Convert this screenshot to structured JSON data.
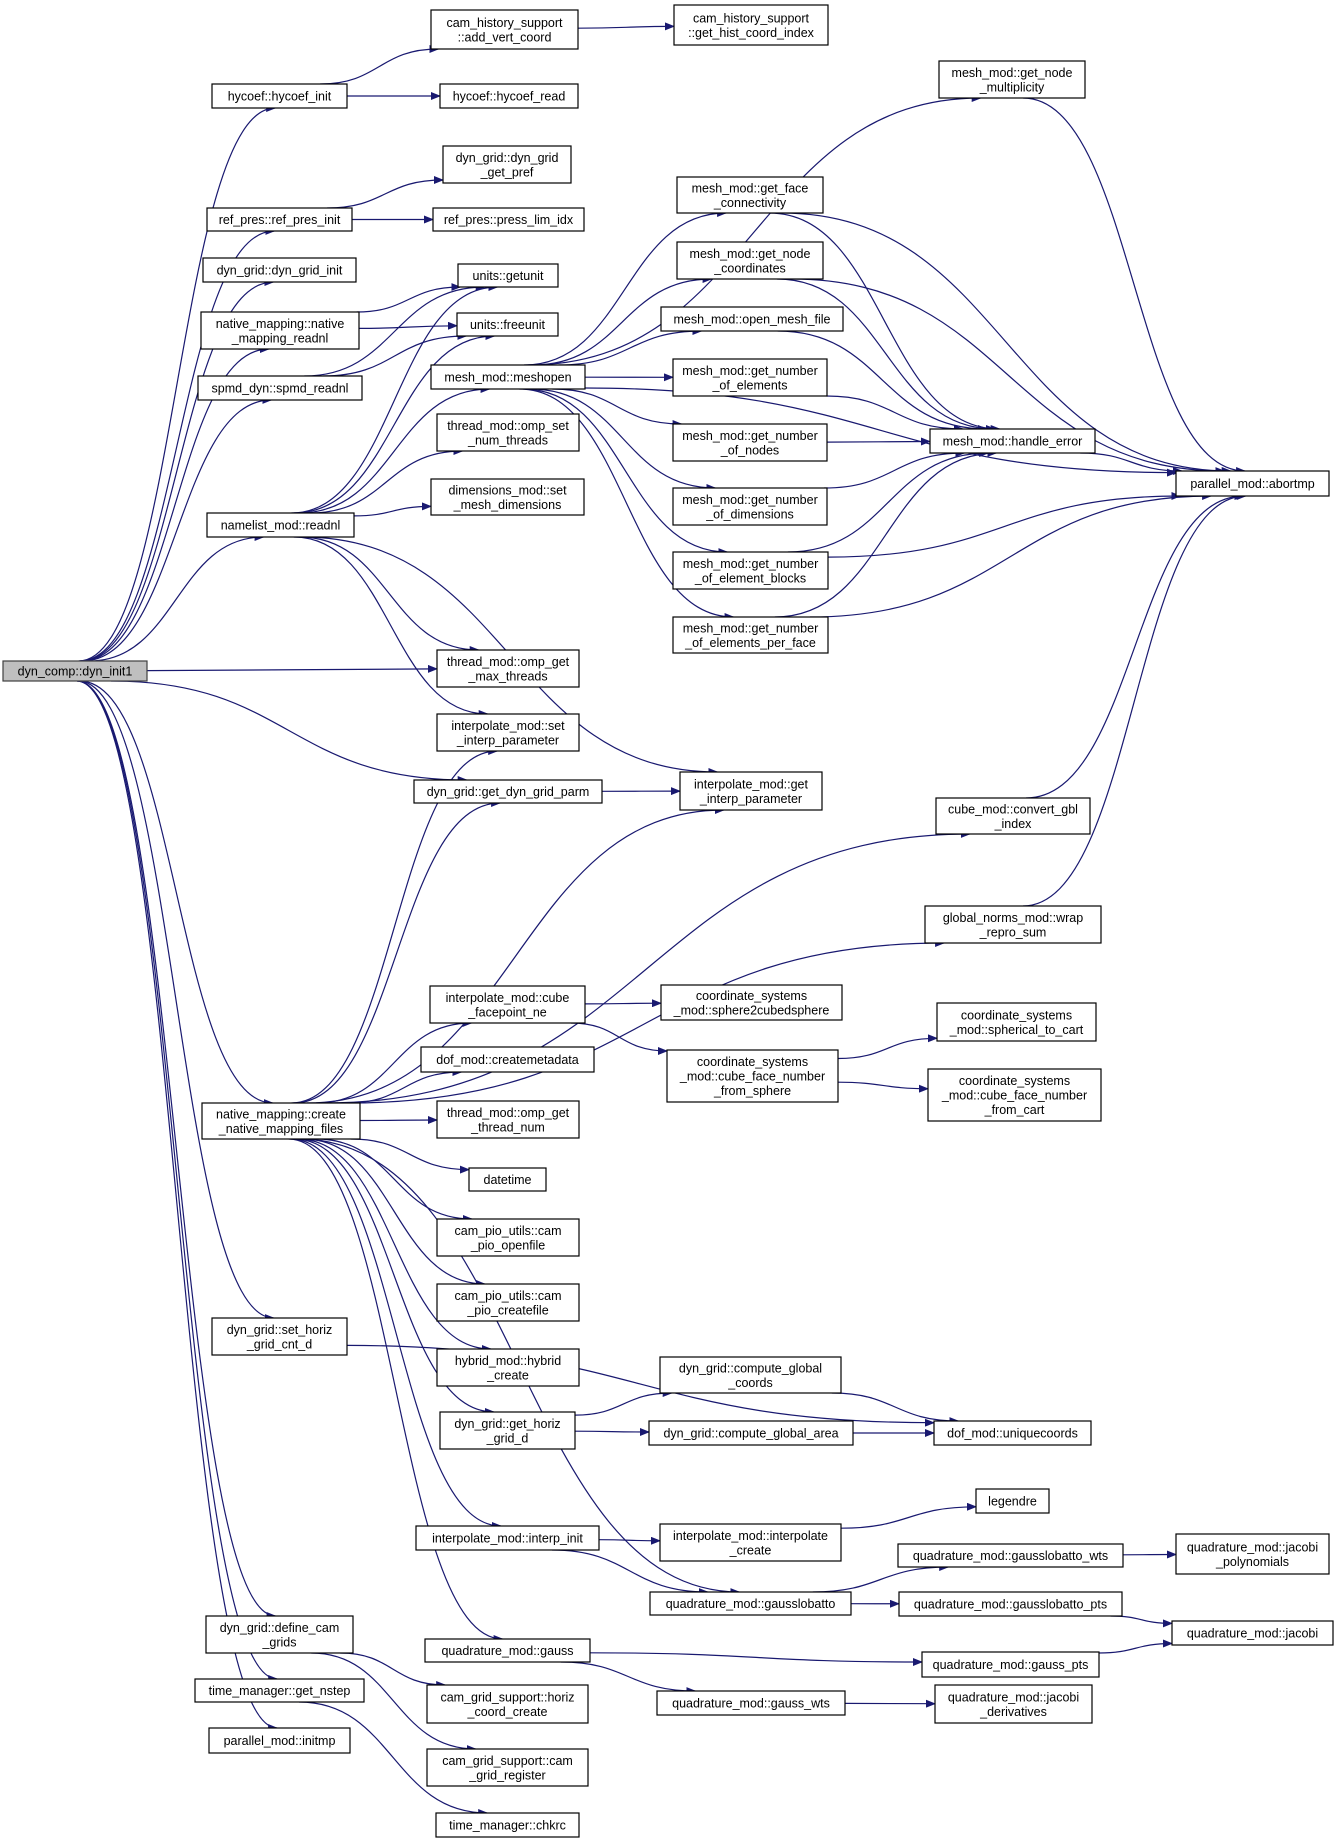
{
  "colors": {
    "edge": "#191970",
    "root_fill": "#bfbfbf",
    "node_fill": "#ffffff",
    "node_border": "#000000"
  },
  "nodes": {
    "n0": {
      "lines": [
        "dyn_comp::dyn_init1"
      ]
    },
    "n1": {
      "lines": [
        "hycoef::hycoef_init"
      ]
    },
    "n2": {
      "lines": [
        "cam_history_support",
        "::add_vert_coord"
      ]
    },
    "n3": {
      "lines": [
        "cam_history_support",
        "::get_hist_coord_index"
      ]
    },
    "n4": {
      "lines": [
        "hycoef::hycoef_read"
      ]
    },
    "n5": {
      "lines": [
        "ref_pres::ref_pres_init"
      ]
    },
    "n6": {
      "lines": [
        "dyn_grid::dyn_grid",
        "_get_pref"
      ]
    },
    "n7": {
      "lines": [
        "ref_pres::press_lim_idx"
      ]
    },
    "n8": {
      "lines": [
        "dyn_grid::dyn_grid_init"
      ]
    },
    "n9": {
      "lines": [
        "native_mapping::native",
        "_mapping_readnl"
      ]
    },
    "n10": {
      "lines": [
        "units::getunit"
      ]
    },
    "n11": {
      "lines": [
        "units::freeunit"
      ]
    },
    "n12": {
      "lines": [
        "spmd_dyn::spmd_readnl"
      ]
    },
    "n13": {
      "lines": [
        "namelist_mod::readnl"
      ]
    },
    "n14": {
      "lines": [
        "mesh_mod::meshopen"
      ]
    },
    "n15": {
      "lines": [
        "mesh_mod::get_node",
        "_multiplicity"
      ]
    },
    "n16": {
      "lines": [
        "parallel_mod::abortmp"
      ]
    },
    "n17": {
      "lines": [
        "mesh_mod::get_face",
        "_connectivity"
      ]
    },
    "n18": {
      "lines": [
        "mesh_mod::handle_error"
      ]
    },
    "n19": {
      "lines": [
        "mesh_mod::get_node",
        "_coordinates"
      ]
    },
    "n20": {
      "lines": [
        "mesh_mod::open_mesh_file"
      ]
    },
    "n21": {
      "lines": [
        "mesh_mod::get_number",
        "_of_elements"
      ]
    },
    "n22": {
      "lines": [
        "mesh_mod::get_number",
        "_of_nodes"
      ]
    },
    "n23": {
      "lines": [
        "mesh_mod::get_number",
        "_of_dimensions"
      ]
    },
    "n24": {
      "lines": [
        "mesh_mod::get_number",
        "_of_element_blocks"
      ]
    },
    "n25": {
      "lines": [
        "mesh_mod::get_number",
        "_of_elements_per_face"
      ]
    },
    "n26": {
      "lines": [
        "thread_mod::omp_set",
        "_num_threads"
      ]
    },
    "n27": {
      "lines": [
        "dimensions_mod::set",
        "_mesh_dimensions"
      ]
    },
    "n28": {
      "lines": [
        "thread_mod::omp_get",
        "_max_threads"
      ]
    },
    "n29": {
      "lines": [
        "interpolate_mod::set",
        "_interp_parameter"
      ]
    },
    "n30": {
      "lines": [
        "dyn_grid::get_dyn_grid_parm"
      ]
    },
    "n31": {
      "lines": [
        "interpolate_mod::get",
        "_interp_parameter"
      ]
    },
    "n32": {
      "lines": [
        "cube_mod::convert_gbl",
        "_index"
      ]
    },
    "n33": {
      "lines": [
        "global_norms_mod::wrap",
        "_repro_sum"
      ]
    },
    "n34": {
      "lines": [
        "native_mapping::create",
        "_native_mapping_files"
      ]
    },
    "n35": {
      "lines": [
        "interpolate_mod::cube",
        "_facepoint_ne"
      ]
    },
    "n36": {
      "lines": [
        "coordinate_systems",
        "_mod::sphere2cubedsphere"
      ]
    },
    "n37": {
      "lines": [
        "coordinate_systems",
        "_mod::cube_face_number",
        "_from_sphere"
      ]
    },
    "n38": {
      "lines": [
        "coordinate_systems",
        "_mod::spherical_to_cart"
      ]
    },
    "n39": {
      "lines": [
        "coordinate_systems",
        "_mod::cube_face_number",
        "_from_cart"
      ]
    },
    "n40": {
      "lines": [
        "dof_mod::createmetadata"
      ]
    },
    "n41": {
      "lines": [
        "thread_mod::omp_get",
        "_thread_num"
      ]
    },
    "n42": {
      "lines": [
        "datetime"
      ]
    },
    "n43": {
      "lines": [
        "cam_pio_utils::cam",
        "_pio_openfile"
      ]
    },
    "n44": {
      "lines": [
        "cam_pio_utils::cam",
        "_pio_createfile"
      ]
    },
    "n45": {
      "lines": [
        "hybrid_mod::hybrid",
        "_create"
      ]
    },
    "n46": {
      "lines": [
        "dyn_grid::get_horiz",
        "_grid_d"
      ]
    },
    "n47": {
      "lines": [
        "dyn_grid::compute_global",
        "_coords"
      ]
    },
    "n48": {
      "lines": [
        "dyn_grid::compute_global_area"
      ]
    },
    "n49": {
      "lines": [
        "dof_mod::uniquecoords"
      ]
    },
    "n50": {
      "lines": [
        "dyn_grid::set_horiz",
        "_grid_cnt_d"
      ]
    },
    "n51": {
      "lines": [
        "legendre"
      ]
    },
    "n52": {
      "lines": [
        "interpolate_mod::interp_init"
      ]
    },
    "n53": {
      "lines": [
        "interpolate_mod::interpolate",
        "_create"
      ]
    },
    "n54": {
      "lines": [
        "quadrature_mod::gausslobatto_wts"
      ]
    },
    "n55": {
      "lines": [
        "quadrature_mod::jacobi",
        "_polynomials"
      ]
    },
    "n56": {
      "lines": [
        "quadrature_mod::gausslobatto"
      ]
    },
    "n57": {
      "lines": [
        "quadrature_mod::gausslobatto_pts"
      ]
    },
    "n58": {
      "lines": [
        "quadrature_mod::jacobi"
      ]
    },
    "n59": {
      "lines": [
        "dyn_grid::define_cam",
        "_grids"
      ]
    },
    "n60": {
      "lines": [
        "quadrature_mod::gauss"
      ]
    },
    "n61": {
      "lines": [
        "quadrature_mod::gauss_pts"
      ]
    },
    "n62": {
      "lines": [
        "time_manager::get_nstep"
      ]
    },
    "n63": {
      "lines": [
        "cam_grid_support::horiz",
        "_coord_create"
      ]
    },
    "n64": {
      "lines": [
        "quadrature_mod::gauss_wts"
      ]
    },
    "n65": {
      "lines": [
        "quadrature_mod::jacobi",
        "_derivatives"
      ]
    },
    "n66": {
      "lines": [
        "parallel_mod::initmp"
      ]
    },
    "n67": {
      "lines": [
        "cam_grid_support::cam",
        "_grid_register"
      ]
    },
    "n68": {
      "lines": [
        "time_manager::chkrc"
      ]
    }
  },
  "edges": [
    [
      "n0",
      "n1"
    ],
    [
      "n0",
      "n5"
    ],
    [
      "n0",
      "n8"
    ],
    [
      "n0",
      "n9"
    ],
    [
      "n0",
      "n12"
    ],
    [
      "n0",
      "n13"
    ],
    [
      "n0",
      "n28"
    ],
    [
      "n0",
      "n30"
    ],
    [
      "n0",
      "n34"
    ],
    [
      "n0",
      "n50"
    ],
    [
      "n0",
      "n59"
    ],
    [
      "n0",
      "n62"
    ],
    [
      "n0",
      "n66"
    ],
    [
      "n1",
      "n2"
    ],
    [
      "n1",
      "n4"
    ],
    [
      "n2",
      "n3"
    ],
    [
      "n5",
      "n6"
    ],
    [
      "n5",
      "n7"
    ],
    [
      "n9",
      "n10"
    ],
    [
      "n9",
      "n11"
    ],
    [
      "n12",
      "n10"
    ],
    [
      "n12",
      "n11"
    ],
    [
      "n13",
      "n10"
    ],
    [
      "n13",
      "n11"
    ],
    [
      "n13",
      "n14"
    ],
    [
      "n13",
      "n26"
    ],
    [
      "n13",
      "n27"
    ],
    [
      "n13",
      "n28"
    ],
    [
      "n13",
      "n29"
    ],
    [
      "n13",
      "n31"
    ],
    [
      "n14",
      "n15"
    ],
    [
      "n14",
      "n16"
    ],
    [
      "n14",
      "n17"
    ],
    [
      "n14",
      "n19"
    ],
    [
      "n14",
      "n20"
    ],
    [
      "n14",
      "n21"
    ],
    [
      "n14",
      "n22"
    ],
    [
      "n14",
      "n23"
    ],
    [
      "n14",
      "n24"
    ],
    [
      "n14",
      "n25"
    ],
    [
      "n15",
      "n16"
    ],
    [
      "n17",
      "n18"
    ],
    [
      "n17",
      "n16"
    ],
    [
      "n19",
      "n18"
    ],
    [
      "n19",
      "n16"
    ],
    [
      "n20",
      "n18"
    ],
    [
      "n21",
      "n18"
    ],
    [
      "n22",
      "n18"
    ],
    [
      "n23",
      "n18"
    ],
    [
      "n24",
      "n18"
    ],
    [
      "n24",
      "n16"
    ],
    [
      "n25",
      "n18"
    ],
    [
      "n25",
      "n16"
    ],
    [
      "n18",
      "n16"
    ],
    [
      "n30",
      "n31"
    ],
    [
      "n32",
      "n16"
    ],
    [
      "n33",
      "n16"
    ],
    [
      "n34",
      "n29"
    ],
    [
      "n34",
      "n30"
    ],
    [
      "n34",
      "n31"
    ],
    [
      "n34",
      "n32"
    ],
    [
      "n34",
      "n33"
    ],
    [
      "n34",
      "n35"
    ],
    [
      "n34",
      "n40"
    ],
    [
      "n34",
      "n41"
    ],
    [
      "n34",
      "n42"
    ],
    [
      "n34",
      "n43"
    ],
    [
      "n34",
      "n44"
    ],
    [
      "n34",
      "n45"
    ],
    [
      "n34",
      "n46"
    ],
    [
      "n34",
      "n52"
    ],
    [
      "n34",
      "n56"
    ],
    [
      "n34",
      "n60"
    ],
    [
      "n35",
      "n36"
    ],
    [
      "n35",
      "n37"
    ],
    [
      "n37",
      "n38"
    ],
    [
      "n37",
      "n39"
    ],
    [
      "n46",
      "n47"
    ],
    [
      "n46",
      "n48"
    ],
    [
      "n47",
      "n49"
    ],
    [
      "n48",
      "n49"
    ],
    [
      "n50",
      "n49"
    ],
    [
      "n52",
      "n53"
    ],
    [
      "n52",
      "n56"
    ],
    [
      "n53",
      "n51"
    ],
    [
      "n56",
      "n54"
    ],
    [
      "n56",
      "n57"
    ],
    [
      "n54",
      "n55"
    ],
    [
      "n57",
      "n58"
    ],
    [
      "n59",
      "n63"
    ],
    [
      "n59",
      "n67"
    ],
    [
      "n60",
      "n61"
    ],
    [
      "n60",
      "n64"
    ],
    [
      "n61",
      "n58"
    ],
    [
      "n64",
      "n65"
    ],
    [
      "n62",
      "n68"
    ]
  ]
}
